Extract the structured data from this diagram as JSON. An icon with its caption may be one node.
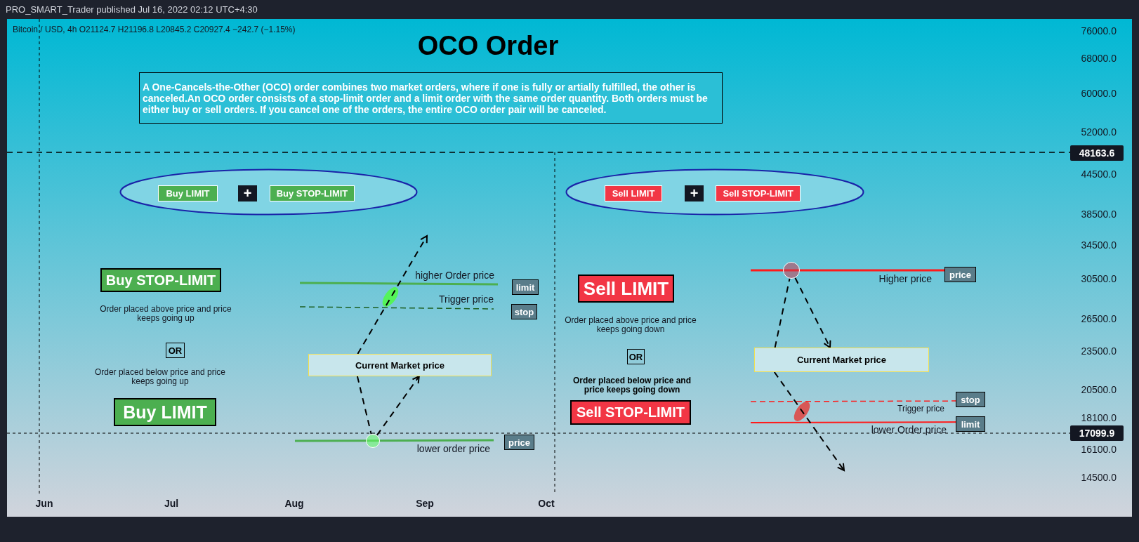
{
  "diagram": {
    "title": "OCO Order",
    "nodes": [
      {
        "text": [
          "A One-Cancels-the-Other (OCO) order combines two market orders, where if one is fully or artially fulfilled, the other is canceled.An OCO order consists of a stop-limit order and a limit order with the same order quantity. Both orders must be either buy or sell orders. If you cancel one of the orders, the entire OCO order pair will be canceled."
        ]
      },
      {
        "text": [],
        "shape": "ellipse"
      },
      {
        "text": [
          "Buy LIMIT"
        ],
        "in": 1
      },
      {
        "text": [
          "+"
        ],
        "in": 1
      },
      {
        "text": [
          "Buy STOP-LIMIT"
        ],
        "in": 1
      },
      {
        "text": [],
        "shape": "ellipse"
      },
      {
        "text": [
          "Sell LIMIT"
        ],
        "in": 5
      },
      {
        "text": [
          "+"
        ],
        "in": 5
      },
      {
        "text": [
          "Sell STOP-LIMIT"
        ],
        "in": 5
      },
      {
        "text": [
          "Buy STOP-LIMIT"
        ]
      },
      {
        "text": [
          "OR"
        ]
      },
      {
        "text": [
          "Buy LIMIT"
        ]
      },
      {
        "text": [
          "Current  Market price"
        ]
      },
      {
        "text": [
          "limit"
        ]
      },
      {
        "text": [
          "stop"
        ]
      },
      {
        "text": [
          "price"
        ]
      },
      {
        "text": [
          "Sell LIMIT"
        ]
      },
      {
        "text": [
          "OR"
        ]
      },
      {
        "text": [
          "Sell STOP-LIMIT"
        ]
      },
      {
        "text": [
          "Current  Market price"
        ]
      },
      {
        "text": [
          "price"
        ]
      },
      {
        "text": [
          "stop"
        ]
      },
      {
        "text": [
          "limit"
        ]
      },
      {
        "text": [],
        "shape": "circle"
      },
      {
        "text": [],
        "shape": "circle"
      }
    ],
    "edges": [
      {
        "from": 12,
        "to": 23,
        "arrow": "none",
        "style": "dashed"
      },
      {
        "from": 23,
        "to": 12,
        "arrow": "to",
        "style": "dashed"
      },
      {
        "from": 12,
        "to": null,
        "arrow": "to",
        "style": "dashed"
      },
      {
        "from": 19,
        "to": 24,
        "arrow": "none",
        "style": "dashed"
      },
      {
        "from": 24,
        "to": 19,
        "arrow": "to",
        "style": "dashed"
      },
      {
        "from": 19,
        "to": null,
        "arrow": "to",
        "style": "dashed"
      }
    ],
    "labels": [
      "PRO_SMART_Trader published Jul 16, 2022 02:12 UTC+4:30",
      "Bitcoin / USD, 4h  O21124.7  H21196.8  L20845.2  C20927.4  −242.7 (−1.15%)",
      "76000.0",
      "68000.0",
      "60000.0",
      "52000.0",
      "48163.6",
      "44500.0",
      "38500.0",
      "34500.0",
      "30500.0",
      "26500.0",
      "23500.0",
      "20500.0",
      "18100.0",
      "17099.9",
      "16100.0",
      "14500.0",
      "Order placed above price and price keeps going up",
      "Order placed below price and price keeps going up",
      "higher Order price",
      "Trigger price",
      "lower order price",
      "Order placed above price and price keeps going down",
      "Order placed below price and price keeps going down",
      "Higher price",
      "Trigger price",
      "lower Order price",
      "Jun",
      "Jul",
      "Aug",
      "Sep",
      "Oct"
    ]
  }
}
